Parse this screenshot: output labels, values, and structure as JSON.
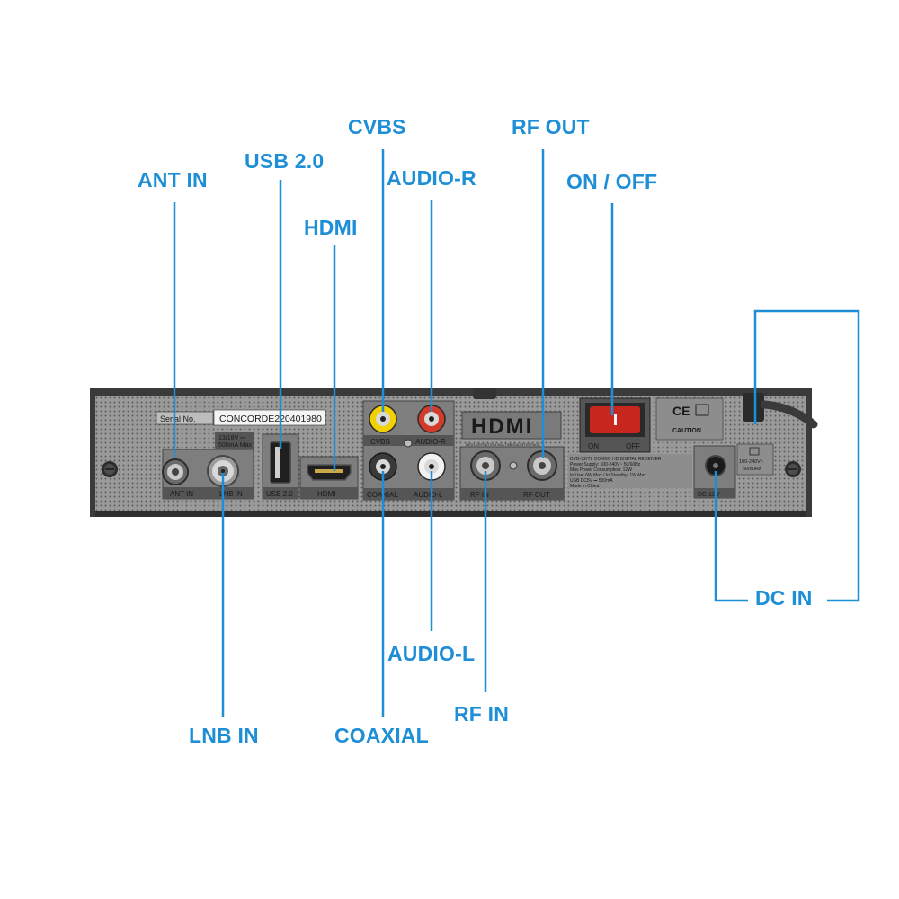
{
  "labels": {
    "ant_in": "ANT IN",
    "usb": "USB 2.0",
    "hdmi": "HDMI",
    "cvbs": "CVBS",
    "audio_r": "AUDIO-R",
    "rf_out": "RF OUT",
    "on_off": "ON / OFF",
    "dc_in": "DC IN",
    "audio_l": "AUDIO-L",
    "rf_in": "RF IN",
    "lnb_in": "LNB IN",
    "coaxial": "COAXIAL"
  },
  "panel": {
    "serial_label": "Serial No.",
    "serial_value": "CONCORDE220401980",
    "lnb_spec_1": "13/18V ⎓",
    "lnb_spec_2": "500mA Max",
    "ant_in": "ANT IN",
    "lnb_in": "LNB IN",
    "usb": "USB 2.0",
    "hdmi": "HDMI",
    "cvbs": "CVBS",
    "audio_r": "AUDIO-R",
    "coaxial": "COAXIAL",
    "audio_l": "AUDIO-L",
    "rf_in": "RF IN",
    "rf_out": "RF OUT",
    "hdmi_logo": "HDMI",
    "hdmi_logo_sub": "HIGH-DEFINITION MULTIMEDIA INTERFACE",
    "switch_on": "ON",
    "switch_off": "OFF",
    "ce_mark": "CE",
    "caution": "CAUTION",
    "spec_lines": [
      "DVB-S2/T2 COMBO HD DIGITAL RECEIVER",
      "Power Supply: 100-240V~ 50/60Hz",
      "Max Power Consumption: 12W",
      "In Use: 6W Max / In Standby: 1W Max",
      "USB DC5V ⎓ 500mA",
      "Made in China"
    ],
    "dc_label": "DC 12V",
    "ac_spec_1": "100-240V~",
    "ac_spec_2": "50/60Hz"
  },
  "colors": {
    "callout": "#1e8fd6",
    "chassis": "#8b8b8b",
    "chassis_top": "#3d3d3d",
    "rca_yellow": "#f2d100",
    "rca_red": "#d23a2a",
    "rca_white": "#f2f2f2",
    "switch_red": "#c8271e"
  }
}
